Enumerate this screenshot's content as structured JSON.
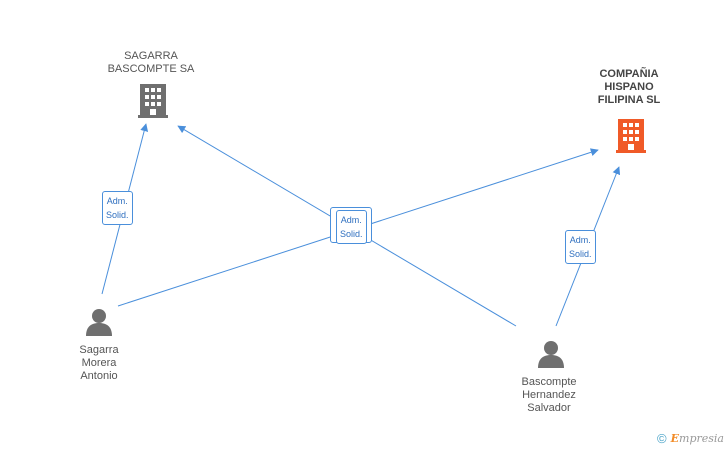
{
  "companies": [
    {
      "id": "sagarra-bascompte",
      "name_lines": [
        "SAGARRA",
        "BASCOMPTE SA"
      ],
      "color": "#6f6f6f",
      "icon": "building-icon",
      "active": false
    },
    {
      "id": "compania-hispano",
      "name_lines": [
        "COMPAÑIA",
        "HISPANO",
        "FILIPINA SL"
      ],
      "color": "#f05a28",
      "icon": "building-icon",
      "active": true
    }
  ],
  "persons": [
    {
      "id": "sagarra-morera",
      "name_lines": [
        "Sagarra",
        "Morera",
        "Antonio"
      ],
      "icon": "person-icon"
    },
    {
      "id": "bascompte-hernandez",
      "name_lines": [
        "Bascompte",
        "Hernandez",
        "Salvador"
      ],
      "icon": "person-icon"
    }
  ],
  "relation_labels": [
    {
      "lines": [
        "Adm.",
        "Solid."
      ]
    },
    {
      "lines": [
        "Adm.",
        "Solid."
      ]
    },
    {
      "lines": [
        "Adm.",
        "Solid."
      ]
    }
  ],
  "colors": {
    "edge": "#4a8fdb",
    "person": "#6f6f6f"
  },
  "footer": {
    "copyright": "©",
    "brand_initial": "E",
    "brand_rest": "mpresia"
  }
}
